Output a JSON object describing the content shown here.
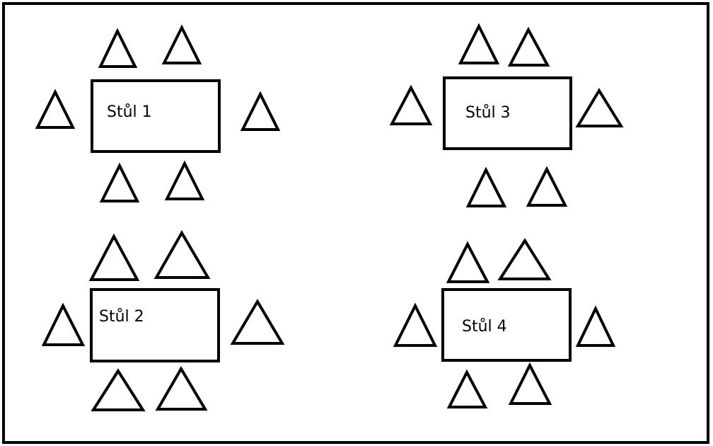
{
  "colors": {
    "stroke": "#000000",
    "background": "#ffffff"
  },
  "tables": [
    {
      "label": "Stůl 1",
      "seats": 6
    },
    {
      "label": "Stůl 2",
      "seats": 6
    },
    {
      "label": "Stůl 3",
      "seats": 6
    },
    {
      "label": "Stůl 4",
      "seats": 6
    }
  ]
}
